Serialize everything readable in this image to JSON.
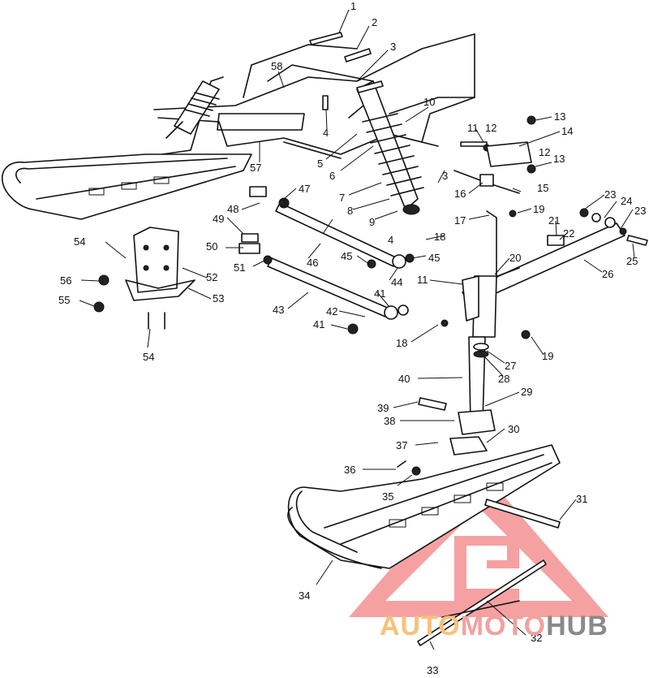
{
  "diagram": {
    "callouts": [
      "1",
      "2",
      "3",
      "58",
      "10",
      "4",
      "13",
      "11",
      "12",
      "14",
      "5",
      "6",
      "57",
      "3",
      "13",
      "12",
      "15",
      "7",
      "16",
      "23",
      "47",
      "48",
      "8",
      "9",
      "19",
      "24",
      "23",
      "17",
      "21",
      "22",
      "49",
      "4",
      "18",
      "54",
      "50",
      "46",
      "25",
      "26",
      "52",
      "45",
      "45",
      "20",
      "56",
      "51",
      "11",
      "44",
      "55",
      "53",
      "41",
      "43",
      "42",
      "41",
      "18",
      "27",
      "19",
      "54",
      "40",
      "28",
      "29",
      "39",
      "38",
      "30",
      "37",
      "36",
      "35",
      "31",
      "34",
      "32",
      "33"
    ]
  },
  "watermark": {
    "part1": "AUTO",
    "part2": "MOTO",
    "part3": "HUB"
  }
}
